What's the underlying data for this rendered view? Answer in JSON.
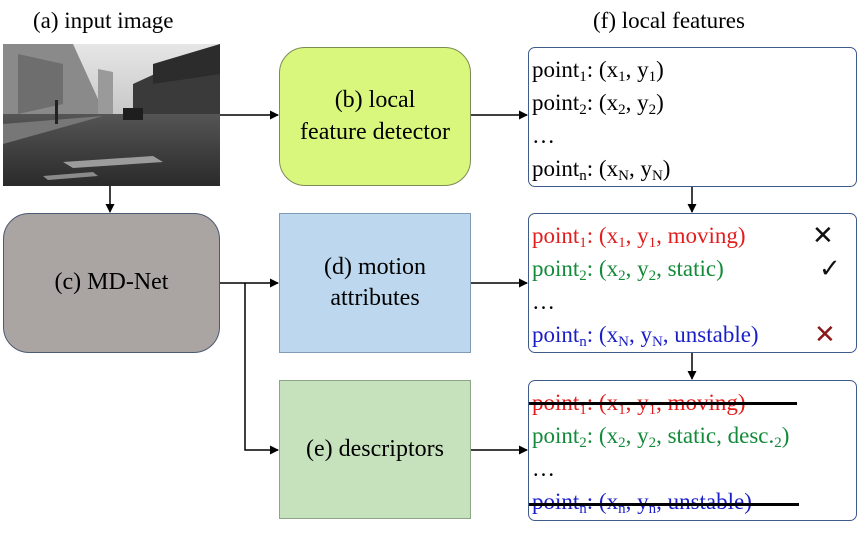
{
  "headings": {
    "input": "(a) input image",
    "features": "(f) local features"
  },
  "boxes": {
    "b": [
      "(b) local",
      "feature detector"
    ],
    "c": "(c) MD-Net",
    "d": [
      "(d) motion",
      "attributes"
    ],
    "e": "(e) descriptors"
  },
  "panel_f": [
    {
      "name": "point",
      "sub": "1",
      "text": ": (x",
      "xsub": "1",
      "mid": ", y",
      "ysub": "1",
      "end": ")"
    },
    {
      "name": "point",
      "sub": "2",
      "text": ": (x",
      "xsub": "2",
      "mid": ", y",
      "ysub": "2",
      "end": ")"
    },
    {
      "text": "…"
    },
    {
      "name": "point",
      "sub": "n",
      "text": ": (x",
      "xsub": "N",
      "mid": ", y",
      "ysub": "N",
      "end": ")"
    }
  ],
  "panel_g": [
    {
      "name": "point",
      "sub": "1",
      "text": ": (x",
      "xsub": "1",
      "mid": ", y",
      "ysub": "1",
      "end": ", moving)",
      "mark": "✕"
    },
    {
      "name": "point",
      "sub": "2",
      "text": ": (x",
      "xsub": "2",
      "mid": ", y",
      "ysub": "2",
      "end": ", static)",
      "mark": "✓"
    },
    {
      "text": "…"
    },
    {
      "name": "point",
      "sub": "n",
      "text": ": (x",
      "xsub": "N",
      "mid": ", y",
      "ysub": "N",
      "end": ", unstable)",
      "mark": "✕"
    }
  ],
  "panel_h": [
    {
      "name": "point",
      "sub": "1",
      "text": ": (x",
      "xsub": "1",
      "mid": ", y",
      "ysub": "1",
      "end": ", moving)"
    },
    {
      "name": "point",
      "sub": "2",
      "text": ": (x",
      "xsub": "2",
      "mid": ", y",
      "ysub": "2",
      "end": ", static, desc.",
      "endsub": "2",
      "close": ")"
    },
    {
      "text": "…"
    },
    {
      "name": "point",
      "sub": "n",
      "text": ": (x",
      "xsub": "n",
      "mid": ", y",
      "ysub": "n",
      "end": ", unstable)"
    }
  ],
  "colors": {
    "detector_box": "#d9f77d",
    "mdnet_box": "#aaa4a2",
    "motion_box": "#bcd7ee",
    "descriptor_box": "#c6e2bd",
    "moving": "#e21d1d",
    "static": "#138a3a",
    "unstable": "#1a1ec8",
    "reject_mark": "#8b1a1a"
  }
}
